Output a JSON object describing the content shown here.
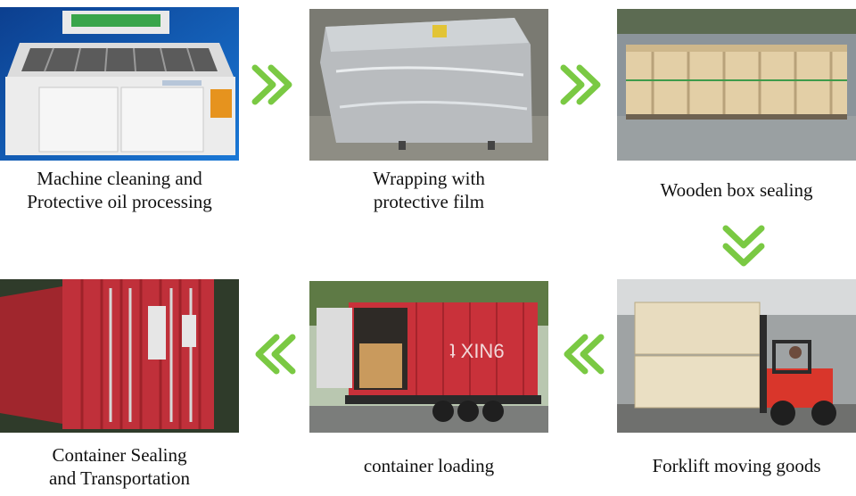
{
  "accent_color": "#7ac943",
  "steps": [
    {
      "lines": [
        "Machine cleaning and",
        "Protective oil processing"
      ],
      "photo": "laser-cutting-machine"
    },
    {
      "lines": [
        "Wrapping with",
        "protective film"
      ],
      "photo": "machine-wrapped-in-film"
    },
    {
      "lines": [
        "Wooden box sealing"
      ],
      "photo": "wooden-crate"
    },
    {
      "lines": [
        "Forklift moving goods"
      ],
      "photo": "forklift-with-crates"
    },
    {
      "lines": [
        "container loading"
      ],
      "photo": "truck-with-open-container"
    },
    {
      "lines": [
        "Container Sealing",
        "and Transportation"
      ],
      "photo": "sealed-red-container"
    }
  ],
  "container_text": "ʇ XIN6"
}
